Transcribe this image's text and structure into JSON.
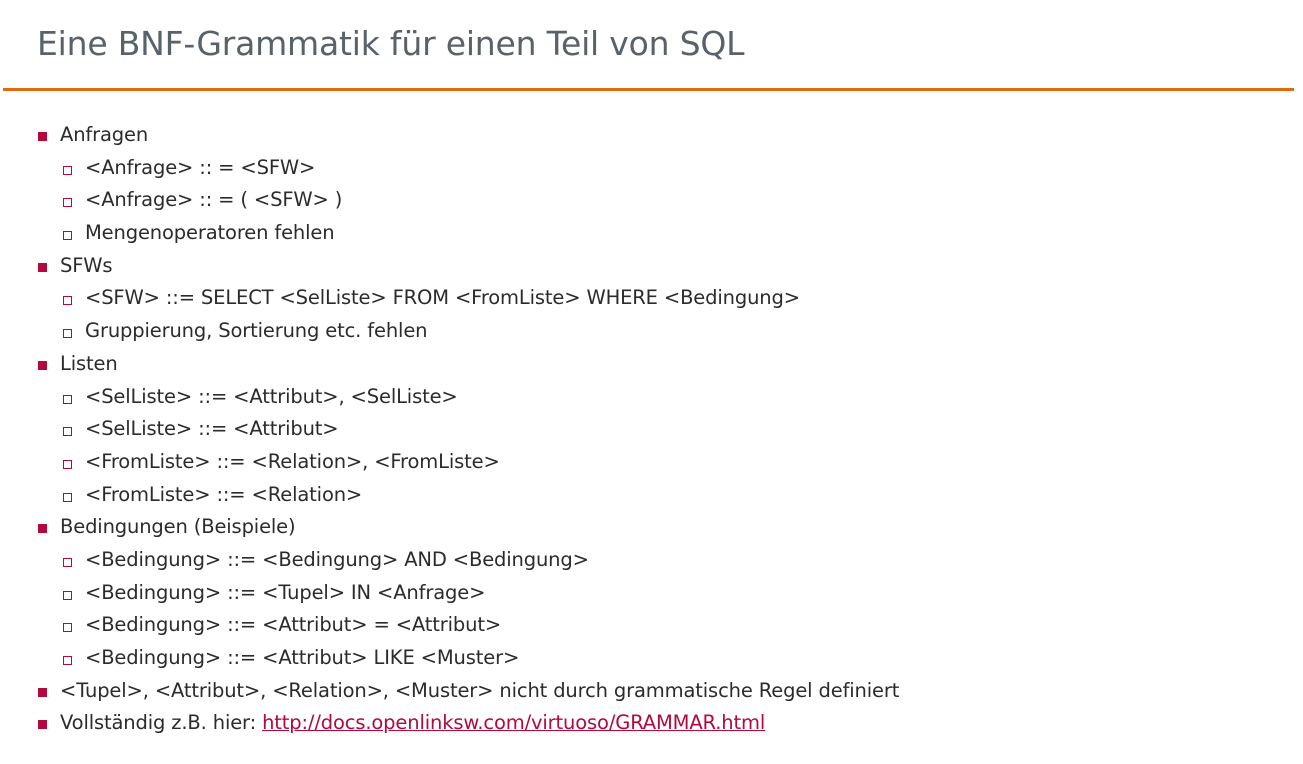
{
  "title": "Eine BNF-Grammatik für einen Teil von SQL",
  "items": [
    {
      "level": 1,
      "text": "Anfragen"
    },
    {
      "level": 2,
      "text": "<Anfrage> :: = <SFW>"
    },
    {
      "level": 2,
      "text": "<Anfrage> :: = ( <SFW> )"
    },
    {
      "level": 2,
      "text": "Mengenoperatoren fehlen"
    },
    {
      "level": 1,
      "text": "SFWs"
    },
    {
      "level": 2,
      "text": "<SFW> ::= SELECT <SelListe> FROM <FromListe> WHERE <Bedingung>"
    },
    {
      "level": 2,
      "text": "Gruppierung, Sortierung etc. fehlen"
    },
    {
      "level": 1,
      "text": "Listen"
    },
    {
      "level": 2,
      "text": "<SelListe> ::= <Attribut>, <SelListe>"
    },
    {
      "level": 2,
      "text": "<SelListe> ::= <Attribut>"
    },
    {
      "level": 2,
      "text": "<FromListe> ::=  <Relation>, <FromListe>"
    },
    {
      "level": 2,
      "text": "<FromListe> ::=  <Relation>"
    },
    {
      "level": 1,
      "text": "Bedingungen (Beispiele)"
    },
    {
      "level": 2,
      "text": "<Bedingung> ::= <Bedingung> AND <Bedingung>"
    },
    {
      "level": 2,
      "text": "<Bedingung> ::= <Tupel> IN <Anfrage>"
    },
    {
      "level": 2,
      "text": "<Bedingung> ::= <Attribut> = <Attribut>"
    },
    {
      "level": 2,
      "text": "<Bedingung> ::= <Attribut> LIKE <Muster>"
    },
    {
      "level": 1,
      "text": "<Tupel>, <Attribut>, <Relation>, <Muster> nicht durch grammatische Regel definiert"
    }
  ],
  "last": {
    "text": "Vollständig z.B. hier: ",
    "link": "http://docs.openlinksw.com/virtuoso/GRAMMAR.html"
  },
  "colors": {
    "accent": "#b3093f",
    "rule": "#e2690f",
    "title": "#59616a"
  }
}
